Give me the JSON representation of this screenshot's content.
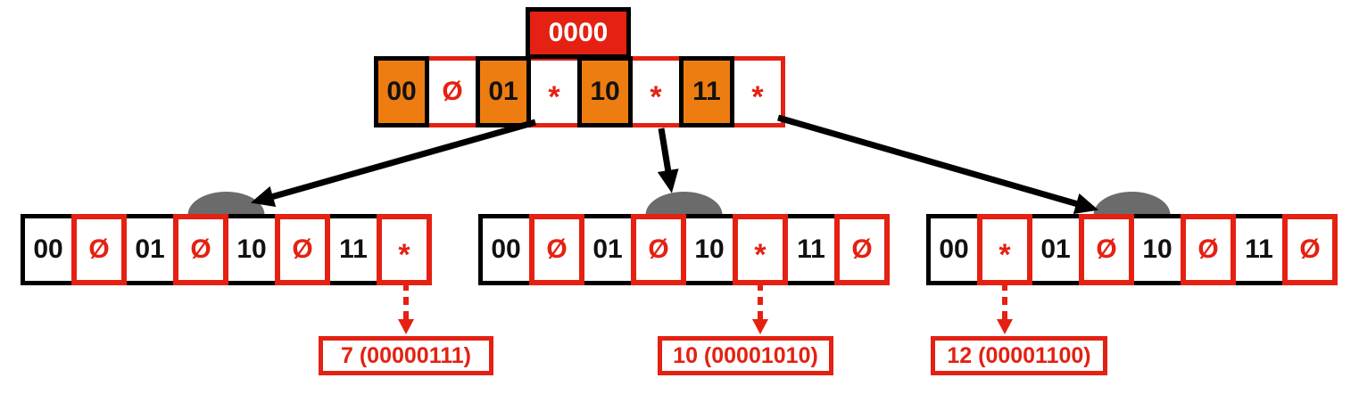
{
  "root": {
    "label": "0000"
  },
  "symbols": {
    "empty": "Ø",
    "pointer": "*"
  },
  "top_node": {
    "cells": [
      "00",
      "Ø",
      "01",
      "*",
      "10",
      "*",
      "11",
      "*"
    ]
  },
  "left_node": {
    "cells": [
      "00",
      "Ø",
      "01",
      "Ø",
      "10",
      "Ø",
      "11",
      "*"
    ]
  },
  "middle_node": {
    "cells": [
      "00",
      "Ø",
      "01",
      "Ø",
      "10",
      "*",
      "11",
      "Ø"
    ]
  },
  "right_node": {
    "cells": [
      "00",
      "*",
      "01",
      "Ø",
      "10",
      "Ø",
      "11",
      "Ø"
    ]
  },
  "leaves": {
    "left": "7 (00000111)",
    "middle": "10 (00001010)",
    "right": "12 (00001100)"
  },
  "colors": {
    "red": "#e42112",
    "orange": "#ee7d11",
    "grey_hump": "#6b6b6b",
    "black": "#000000",
    "background": "#ffffff"
  }
}
